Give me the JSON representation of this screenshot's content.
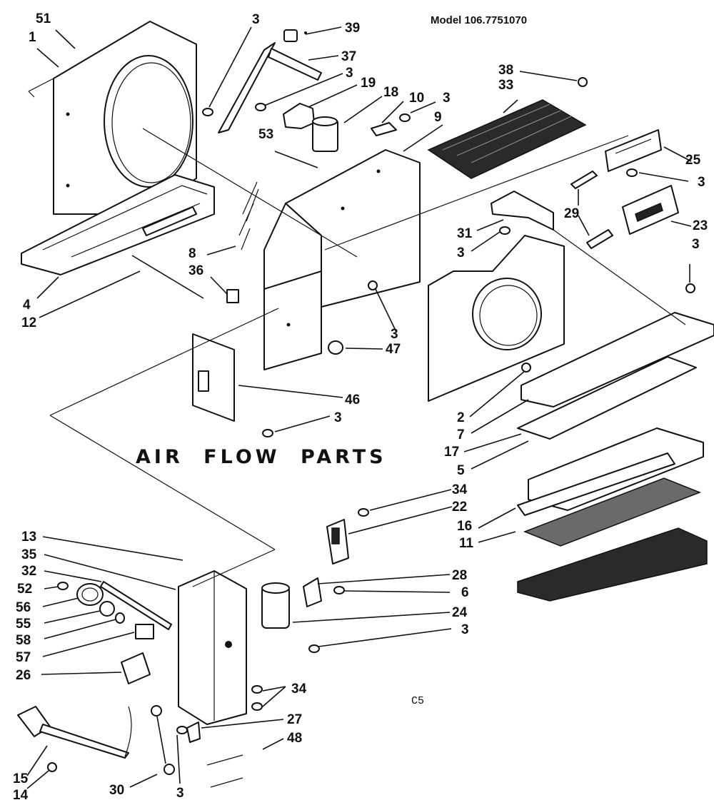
{
  "header": {
    "model": "Model 106.7751070"
  },
  "section_heading": "AIR FLOW PARTS",
  "page_code": "C5",
  "callouts": {
    "c51": "51",
    "c1": "1",
    "c3a": "3",
    "c39": "39",
    "c37": "37",
    "c3b": "3",
    "c19": "19",
    "c18": "18",
    "c10": "10",
    "c3c": "3",
    "c9": "9",
    "c53": "53",
    "c38": "38",
    "c33": "33",
    "c25": "25",
    "c3d": "3",
    "c29": "29",
    "c23": "23",
    "c31": "31",
    "c3e": "3",
    "c3f": "3",
    "c8": "8",
    "c36": "36",
    "c4": "4",
    "c12": "12",
    "c3g": "3",
    "c47": "47",
    "c46": "46",
    "c3h": "3",
    "c2": "2",
    "c7": "7",
    "c17": "17",
    "c5": "5",
    "c34a": "34",
    "c22": "22",
    "c16": "16",
    "c11": "11",
    "c13": "13",
    "c35": "35",
    "c32": "32",
    "c28": "28",
    "c52": "52",
    "c6": "6",
    "c56": "56",
    "c24": "24",
    "c55": "55",
    "c3i": "3",
    "c58": "58",
    "c57": "57",
    "c26": "26",
    "c34b": "34",
    "c27": "27",
    "c48": "48",
    "c15": "15",
    "c14": "14",
    "c30": "30",
    "c3j": "3"
  }
}
